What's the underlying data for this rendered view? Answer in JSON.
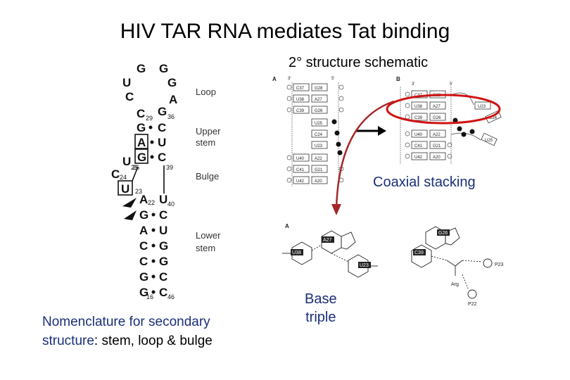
{
  "title": "HIV TAR RNA mediates Tat binding",
  "subtitle": "2° structure schematic",
  "coaxial_label": "Coaxial stacking",
  "base_triple_label": [
    "Base",
    "triple"
  ],
  "caption": {
    "part1": "Nomenclature for secondary",
    "part2": "structure",
    "part3": ": stem, loop & bulge"
  },
  "stem_diagram": {
    "region_labels": [
      "Loop",
      "Upper stem",
      "Bulge",
      "Lower stem"
    ],
    "loop_top": [
      "G",
      "G"
    ],
    "loop_left": [
      "U",
      "C"
    ],
    "loop_right": [
      "G",
      "A"
    ],
    "upper_pairs": [
      [
        "C",
        "G"
      ],
      [
        "G",
        "C"
      ],
      [
        "A",
        "U"
      ],
      [
        "G",
        "C"
      ]
    ],
    "bulge": [
      "C",
      "U",
      "U"
    ],
    "lower_pairs": [
      [
        "A",
        "U"
      ],
      [
        "G",
        "C"
      ],
      [
        "A",
        "U"
      ],
      [
        "C",
        "G"
      ],
      [
        "C",
        "G"
      ],
      [
        "G",
        "C"
      ],
      [
        "G",
        "C"
      ]
    ],
    "numbers": [
      "29",
      "36",
      "26",
      "39",
      "25",
      "24",
      "23",
      "22",
      "40",
      "16",
      "46"
    ]
  },
  "panel_b_label": "B",
  "panel_a_label": "A",
  "panel_a_labels": [
    "A",
    "3'",
    "5'",
    "3'",
    "C37",
    "G28",
    "U38",
    "A27",
    "C39",
    "G26",
    "U25",
    "C24",
    "U23",
    "U40",
    "A22",
    "C41",
    "G21",
    "U42",
    "A20"
  ],
  "panel_b_labels": [
    "B",
    "3'",
    "5'",
    "C37",
    "G28",
    "U38",
    "A27",
    "U23",
    "C39",
    "G26",
    "C24",
    "U40",
    "A22",
    "C41",
    "G21",
    "U42",
    "A20",
    "U25"
  ],
  "triple_chem_labels": [
    "A",
    "A27",
    "U38",
    "U23",
    "G26",
    "C39",
    "Arg",
    "P23",
    "P22"
  ]
}
